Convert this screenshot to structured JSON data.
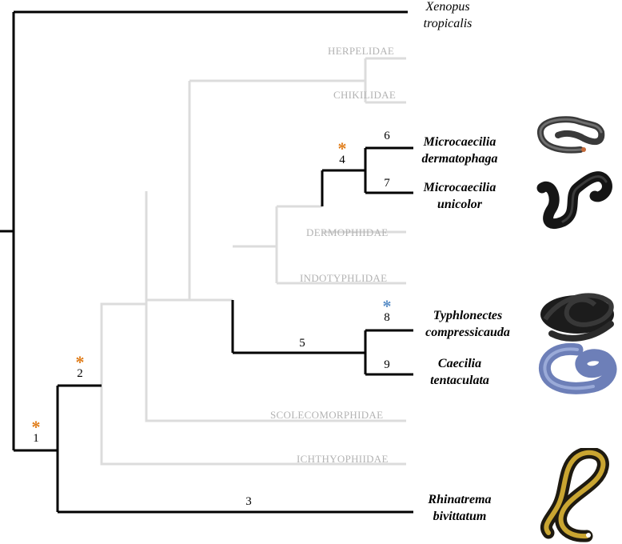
{
  "outgroup": {
    "line1": "Xenopus",
    "line2": "tropicalis"
  },
  "families": {
    "herpelidae": "HERPELIDAE",
    "chikilidae": "CHIKILIDAE",
    "dermophiidae": "DERMOPHIIDAE",
    "indotyphlidae": "INDOTYPHLIDAE",
    "scolecomorphidae": "SCOLECOMORPHIDAE",
    "ichthyophiidae": "ICHTHYOPHIIDAE"
  },
  "taxa": {
    "micro_derm": {
      "line1": "Microcaecilia",
      "line2": "dermatophaga"
    },
    "micro_uni": {
      "line1": "Microcaecilia",
      "line2": "unicolor"
    },
    "typhlonectes": {
      "line1": "Typhlonectes",
      "line2": "compressicauda"
    },
    "caecilia": {
      "line1": "Caecilia",
      "line2": "tentaculata"
    },
    "rhinatrema": {
      "line1": "Rhinatrema",
      "line2": "bivittatum"
    }
  },
  "nodes": {
    "n1": "1",
    "n2": "2",
    "n3": "3",
    "n4": "4",
    "n5": "5",
    "n6": "6",
    "n7": "7",
    "n8": "8",
    "n9": "9"
  },
  "marker": {
    "symbol": "*",
    "orange": "#e07d1a",
    "blue": "#5b8fc7"
  },
  "colors": {
    "highlight": "#000000",
    "faded": "#dcdcdc"
  },
  "icons": [
    "snake-photo-grey",
    "snake-photo-dark",
    "snake-photo-black",
    "snake-photo-blue",
    "snake-photo-yellow"
  ]
}
